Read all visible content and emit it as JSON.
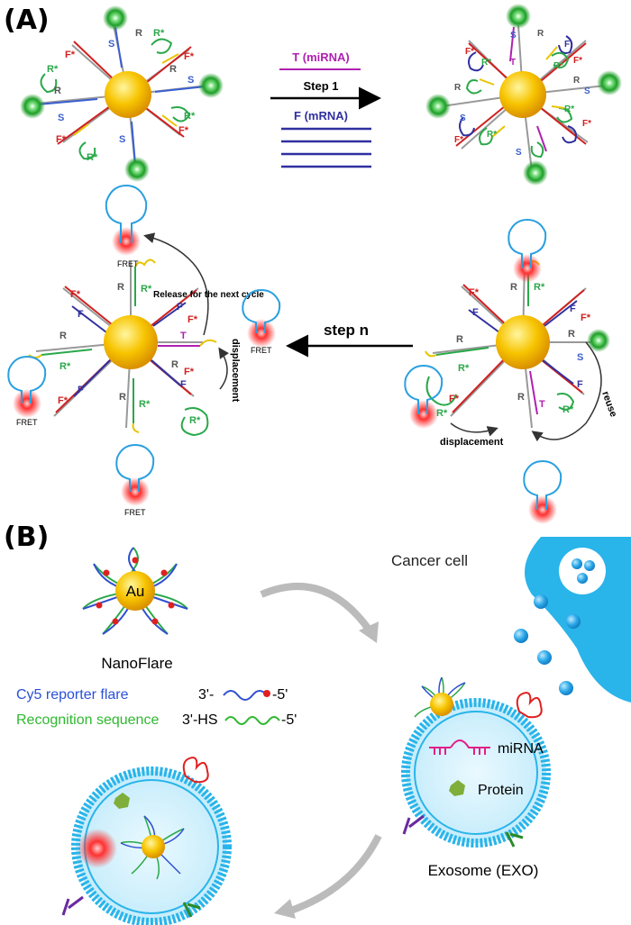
{
  "panels": {
    "a": "(A)",
    "b": "(B)"
  },
  "panel_a": {
    "reagents": {
      "t": "T (miRNA)",
      "f": "F (mRNA)"
    },
    "step1": "Step 1",
    "stepn": "step n",
    "release": "Release for the next cycle",
    "displacement": "displacement",
    "reuse": "reuse",
    "fret": "FRET",
    "strand": {
      "s": "S",
      "r": "R",
      "rstar": "R*",
      "fstar": "F*",
      "t": "T",
      "f": "F"
    }
  },
  "panel_b": {
    "au": "Au",
    "nanoflare": "NanoFlare",
    "legend": {
      "cy5": "Cy5 reporter flare",
      "cy5_left": "3'-",
      "cy5_right": "-5'",
      "recog": "Recognition sequence",
      "recog_left": "3'-HS",
      "recog_right": "-5'"
    },
    "cancer_cell": "Cancer cell",
    "mirna": "miRNA",
    "protein": "Protein",
    "exosome": "Exosome (EXO)"
  },
  "colors": {
    "gold": "#f5b800",
    "green_glow": "#1faa2a",
    "red_glow": "#ff2020",
    "blue_strand": "#3030a0",
    "red_strand": "#d02020",
    "green_strand": "#2aa84a",
    "yellow_strand": "#e8c400",
    "magenta": "#c020c0",
    "cell_blue": "#29b4ea"
  }
}
